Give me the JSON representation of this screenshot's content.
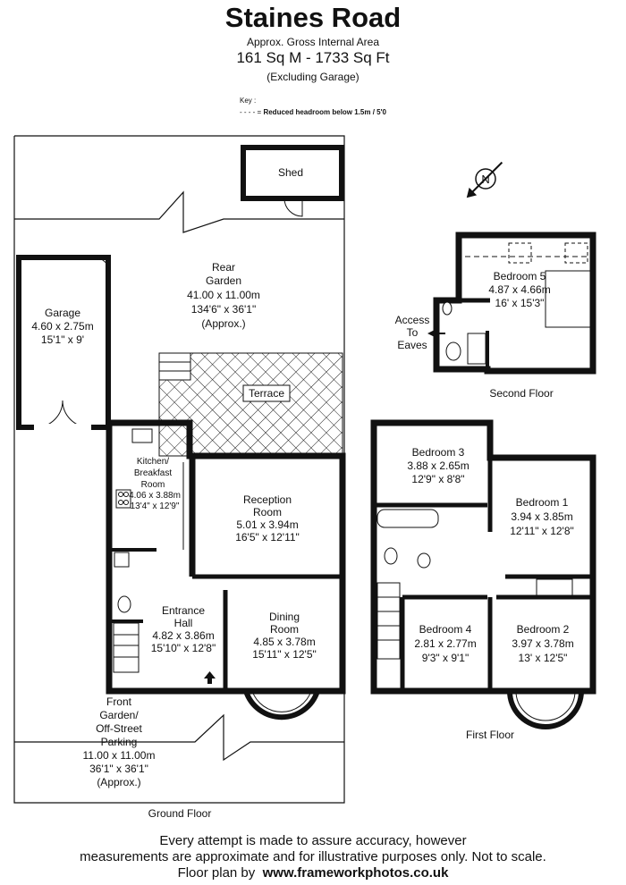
{
  "header": {
    "title": "Staines Road",
    "subtitle": "Approx. Gross Internal Area",
    "area": "161 Sq M  -  1733 Sq Ft",
    "note": "(Excluding Garage)",
    "key_label": "Key :",
    "key_dash": "- - - - =",
    "key_text": "Reduced  headroom below 1.5m / 5'0"
  },
  "ground_floor": {
    "caption": "Ground Floor",
    "rooms": {
      "shed": {
        "name": "Shed"
      },
      "rear_garden": {
        "l1": "Rear",
        "l2": "Garden",
        "metric": "41.00 x 11.00m",
        "imperial": "134'6\" x 36'1\"",
        "note": "(Approx.)"
      },
      "garage": {
        "name": "Garage",
        "metric": "4.60 x 2.75m",
        "imperial": "15'1\" x 9'"
      },
      "terrace": {
        "name": "Terrace"
      },
      "kitchen": {
        "l1": "Kitchen/",
        "l2": "Breakfast",
        "l3": "Room",
        "metric": "4.06 x 3.88m",
        "imperial": "13'4\" x 12'9\""
      },
      "reception": {
        "l1": "Reception",
        "l2": "Room",
        "metric": "5.01 x 3.94m",
        "imperial": "16'5\" x 12'11\""
      },
      "entrance": {
        "l1": "Entrance",
        "l2": "Hall",
        "metric": "4.82 x 3.86m",
        "imperial": "15'10\" x 12'8\""
      },
      "dining": {
        "l1": "Dining",
        "l2": "Room",
        "metric": "4.85 x 3.78m",
        "imperial": "15'11\" x 12'5\""
      },
      "front_garden": {
        "l1": "Front",
        "l2": "Garden/",
        "l3": "Off-Street",
        "l4": "Parking",
        "metric": "11.00 x 11.00m",
        "imperial": "36'1\" x 36'1\"",
        "note": "(Approx.)"
      }
    }
  },
  "first_floor": {
    "caption": "First Floor",
    "rooms": {
      "bedroom3": {
        "name": "Bedroom 3",
        "metric": "3.88 x 2.65m",
        "imperial": "12'9\" x 8'8\""
      },
      "bedroom1": {
        "name": "Bedroom 1",
        "metric": "3.94 x 3.85m",
        "imperial": "12'11\" x 12'8\""
      },
      "bedroom4": {
        "name": "Bedroom 4",
        "metric": "2.81 x 2.77m",
        "imperial": "9'3\" x 9'1\""
      },
      "bedroom2": {
        "name": "Bedroom 2",
        "metric": "3.97 x 3.78m",
        "imperial": "13' x 12'5\""
      }
    }
  },
  "second_floor": {
    "caption": "Second Floor",
    "rooms": {
      "bedroom5": {
        "name": "Bedroom 5",
        "metric": "4.87 x 4.66m",
        "imperial": "16' x 15'3\""
      }
    },
    "eaves": {
      "l1": "Access",
      "l2": "To",
      "l3": "Eaves"
    }
  },
  "compass": {
    "letter": "N"
  },
  "footer": {
    "line1": "Every attempt is made to assure accuracy, however",
    "line2": "measurements are approximate and for illustrative purposes only. Not to scale.",
    "credit_prefix": "Floor plan by",
    "credit_url": "www.frameworkphotos.co.uk"
  }
}
